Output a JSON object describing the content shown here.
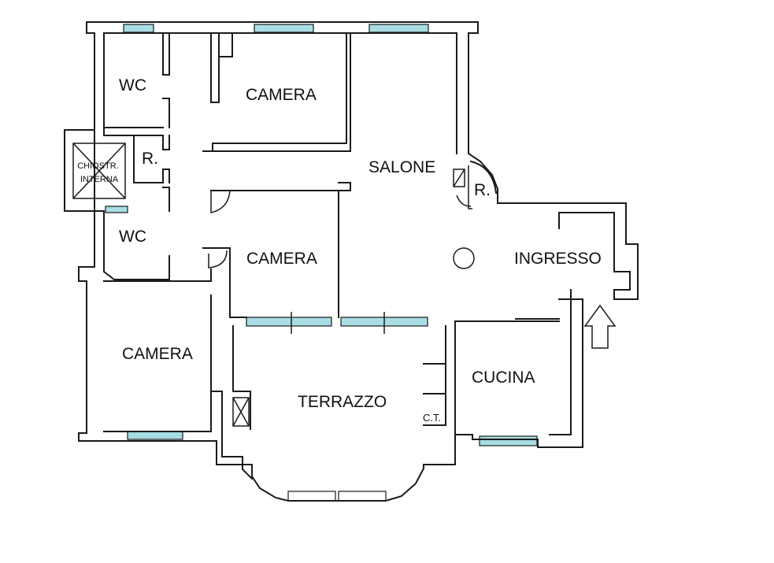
{
  "colors": {
    "wall": "#1a1a1a",
    "window": "#a8dde3",
    "background": "#ffffff"
  },
  "rooms": {
    "wc_top": "WC",
    "camera_top": "CAMERA",
    "chiostrina": "CHIOSTR. INTERNA",
    "ripostiglio_left": "R.",
    "salone": "SALONE",
    "ripostiglio_right": "R.",
    "wc_bottom": "WC",
    "camera_middle": "CAMERA",
    "ingresso": "INGRESSO",
    "camera_bottom": "CAMERA",
    "cucina": "CUCINA",
    "terrazzo": "TERRAZZO",
    "ct": "C.T."
  },
  "icons": {
    "entrance": "up-arrow-icon",
    "column": "column-circle-icon",
    "shaft": "crossed-box-icon"
  }
}
